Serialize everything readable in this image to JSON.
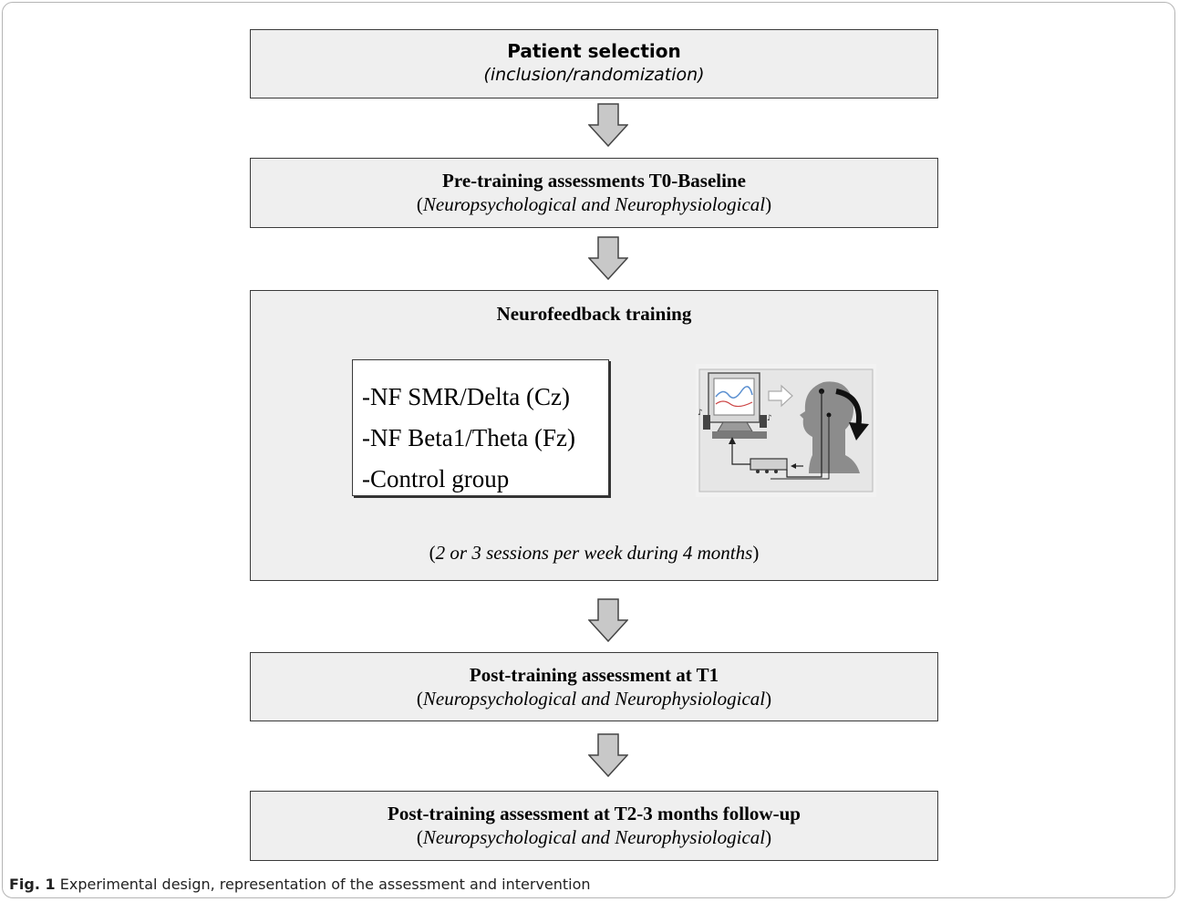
{
  "steps": [
    {
      "title": "Patient selection",
      "subtitle": "inclusion/randomization"
    },
    {
      "title": "Pre-training assessments T0-Baseline",
      "subtitle": "Neuropsychological and Neurophysiological"
    },
    {
      "title": "Neurofeedback training",
      "subtitle": "2 or 3 sessions per week during 4 months"
    },
    {
      "title": "Post-training assessment at T1",
      "subtitle": "Neuropsychological and Neurophysiological"
    },
    {
      "title": "Post-training assessment at T2-3 months follow-up",
      "subtitle": "Neuropsychological and Neurophysiological"
    }
  ],
  "groups": [
    "-NF SMR/Delta (Cz)",
    "-NF Beta1/Theta (Fz)",
    "-Control group"
  ],
  "caption": {
    "label": "Fig. 1",
    "text": "Experimental design, representation of the assessment and intervention"
  },
  "colors": {
    "box_fill": "#efefef",
    "arrow_fill": "#c8c8c8",
    "border": "#3a3a3a"
  }
}
